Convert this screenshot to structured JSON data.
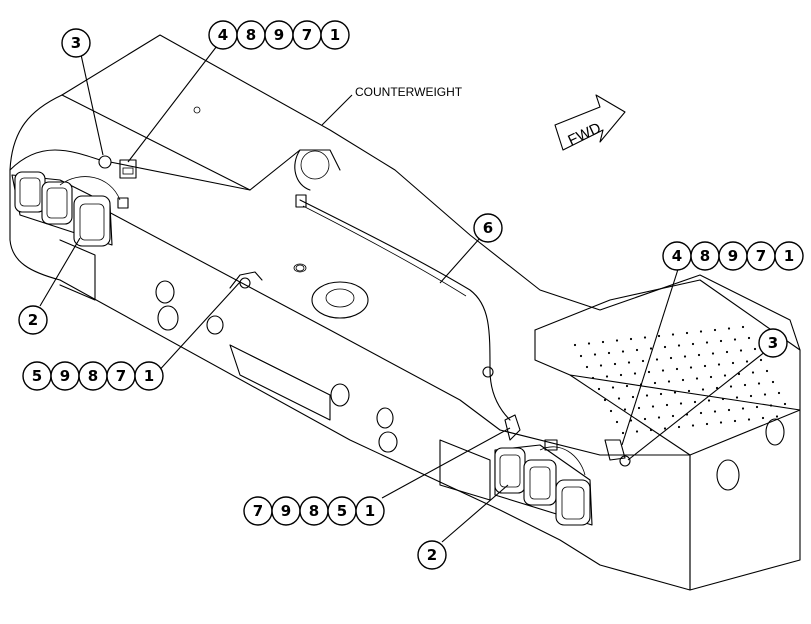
{
  "diagram": {
    "component_label": "COUNTERWEIGHT",
    "direction_label": "FWD",
    "callouts": {
      "top_left_3": "3",
      "top_left_seq": [
        "4",
        "8",
        "9",
        "7",
        "1"
      ],
      "left_2": "2",
      "left_seq": [
        "5",
        "9",
        "8",
        "7",
        "1"
      ],
      "center_6": "6",
      "right_seq": [
        "4",
        "8",
        "9",
        "7",
        "1"
      ],
      "right_3": "3",
      "bottom_seq": [
        "7",
        "9",
        "8",
        "5",
        "1"
      ],
      "bottom_2": "2"
    }
  }
}
